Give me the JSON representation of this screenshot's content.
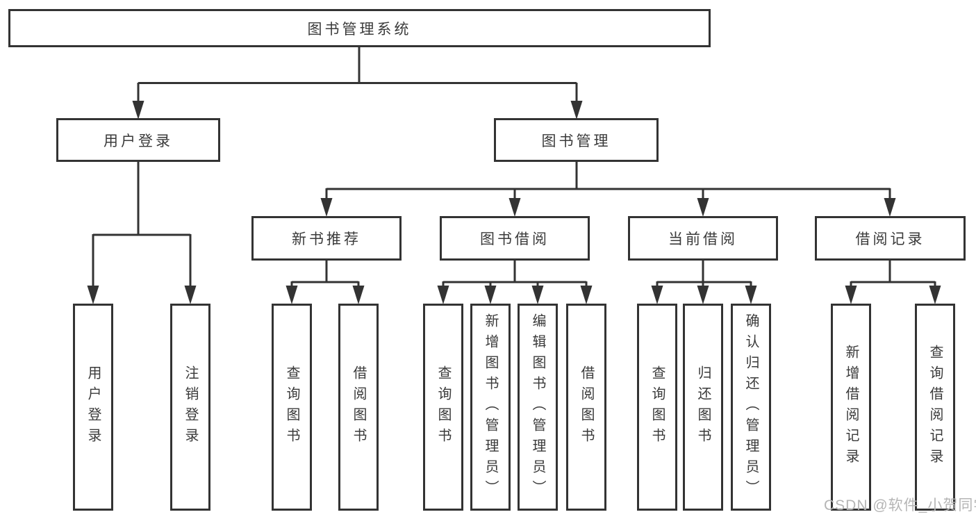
{
  "diagram": {
    "root": {
      "label": "图书管理系统"
    },
    "level2": [
      {
        "label": "用户登录"
      },
      {
        "label": "图书管理"
      }
    ],
    "level3": [
      {
        "label": "新书推荐",
        "parent": "图书管理"
      },
      {
        "label": "图书借阅",
        "parent": "图书管理"
      },
      {
        "label": "当前借阅",
        "parent": "图书管理"
      },
      {
        "label": "借阅记录",
        "parent": "图书管理"
      }
    ],
    "leaves": [
      {
        "label": "用户登录",
        "parent": "用户登录"
      },
      {
        "label": "注销登录",
        "parent": "用户登录"
      },
      {
        "label": "查询图书",
        "parent": "新书推荐"
      },
      {
        "label": "借阅图书",
        "parent": "新书推荐"
      },
      {
        "label": "查询图书",
        "parent": "图书借阅"
      },
      {
        "label": "新增图书（管理员）",
        "parent": "图书借阅"
      },
      {
        "label": "编辑图书（管理员）",
        "parent": "图书借阅"
      },
      {
        "label": "借阅图书",
        "parent": "图书借阅"
      },
      {
        "label": "查询图书",
        "parent": "当前借阅"
      },
      {
        "label": "归还图书",
        "parent": "当前借阅"
      },
      {
        "label": "确认归还（管理员）",
        "parent": "当前借阅"
      },
      {
        "label": "新增借阅记录",
        "parent": "借阅记录"
      },
      {
        "label": "查询借阅记录",
        "parent": "借阅记录"
      }
    ]
  },
  "watermark": {
    "text": "CSDN @软件_小贺同学"
  },
  "colors": {
    "line": "#333333",
    "text": "#3a3a3a",
    "watermark": "#b5b5b5",
    "background": "#ffffff"
  }
}
